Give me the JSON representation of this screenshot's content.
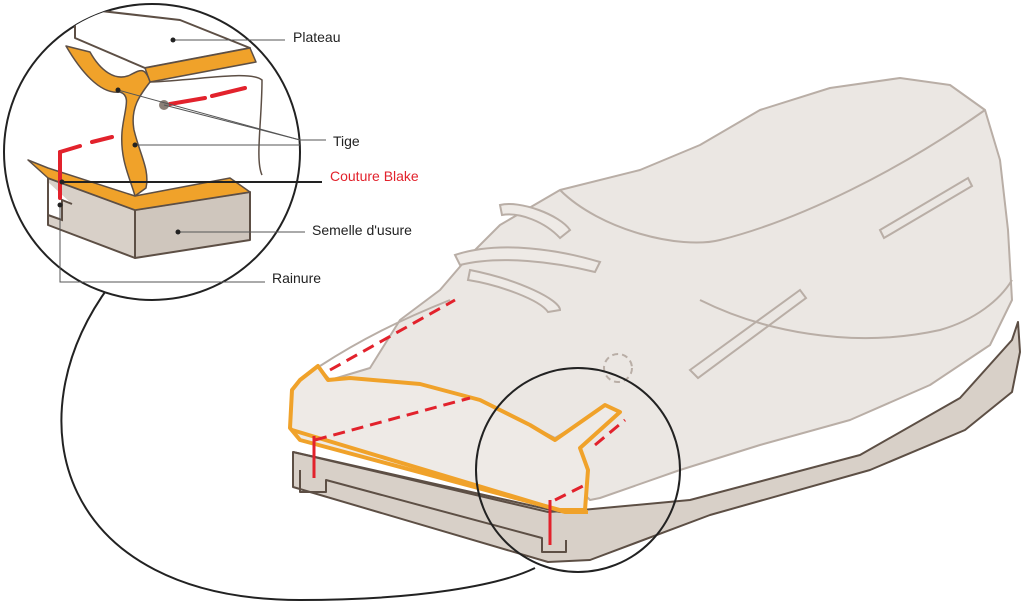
{
  "labels": {
    "plateau": "Plateau",
    "tige": "Tige",
    "couture": "Couture Blake",
    "semelle": "Semelle d'usure",
    "rainure": "Rainure"
  },
  "colors": {
    "upper": "#ebe7e3",
    "upper_outline": "#b9aea6",
    "sole": "#d8d0c8",
    "sole_dark": "#c7bdb3",
    "insole": "#f0a22a",
    "stitch": "#e2222c",
    "ink": "#222222",
    "sole_outline": "#5d4f45",
    "highlight_text": "#e2222c"
  }
}
